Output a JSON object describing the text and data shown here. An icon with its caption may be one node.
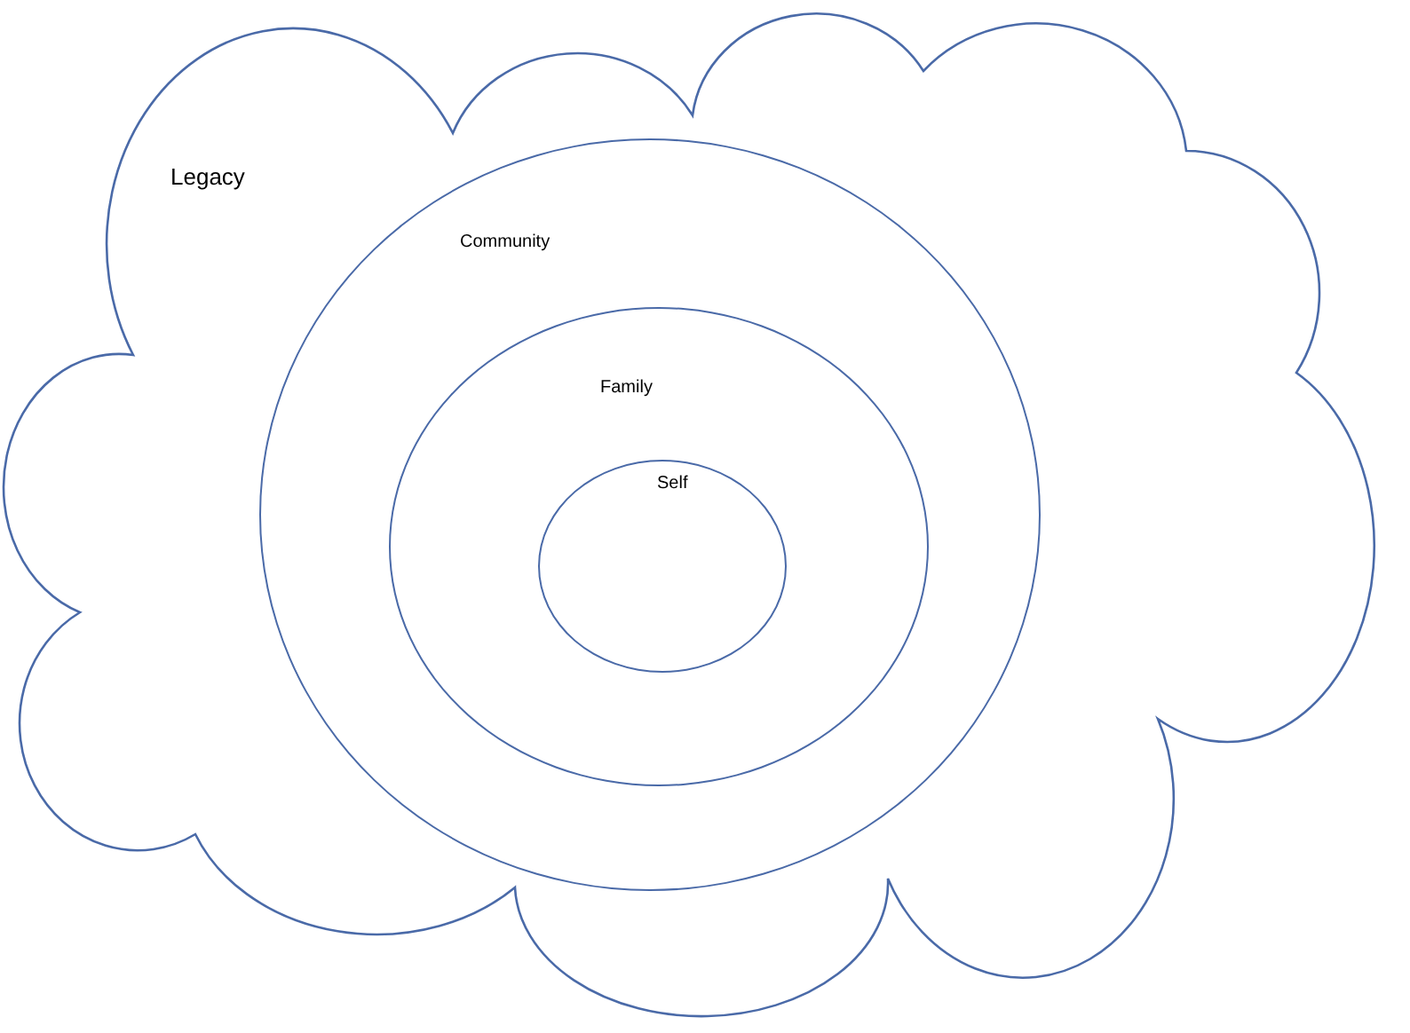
{
  "diagram": {
    "nodes": [
      {
        "text": [
          "Legacy"
        ]
      },
      {
        "text": [
          "Community"
        ],
        "in": 0
      },
      {
        "text": [
          "Family"
        ],
        "in": 1
      },
      {
        "text": [
          "Self"
        ],
        "in": 2
      }
    ]
  }
}
